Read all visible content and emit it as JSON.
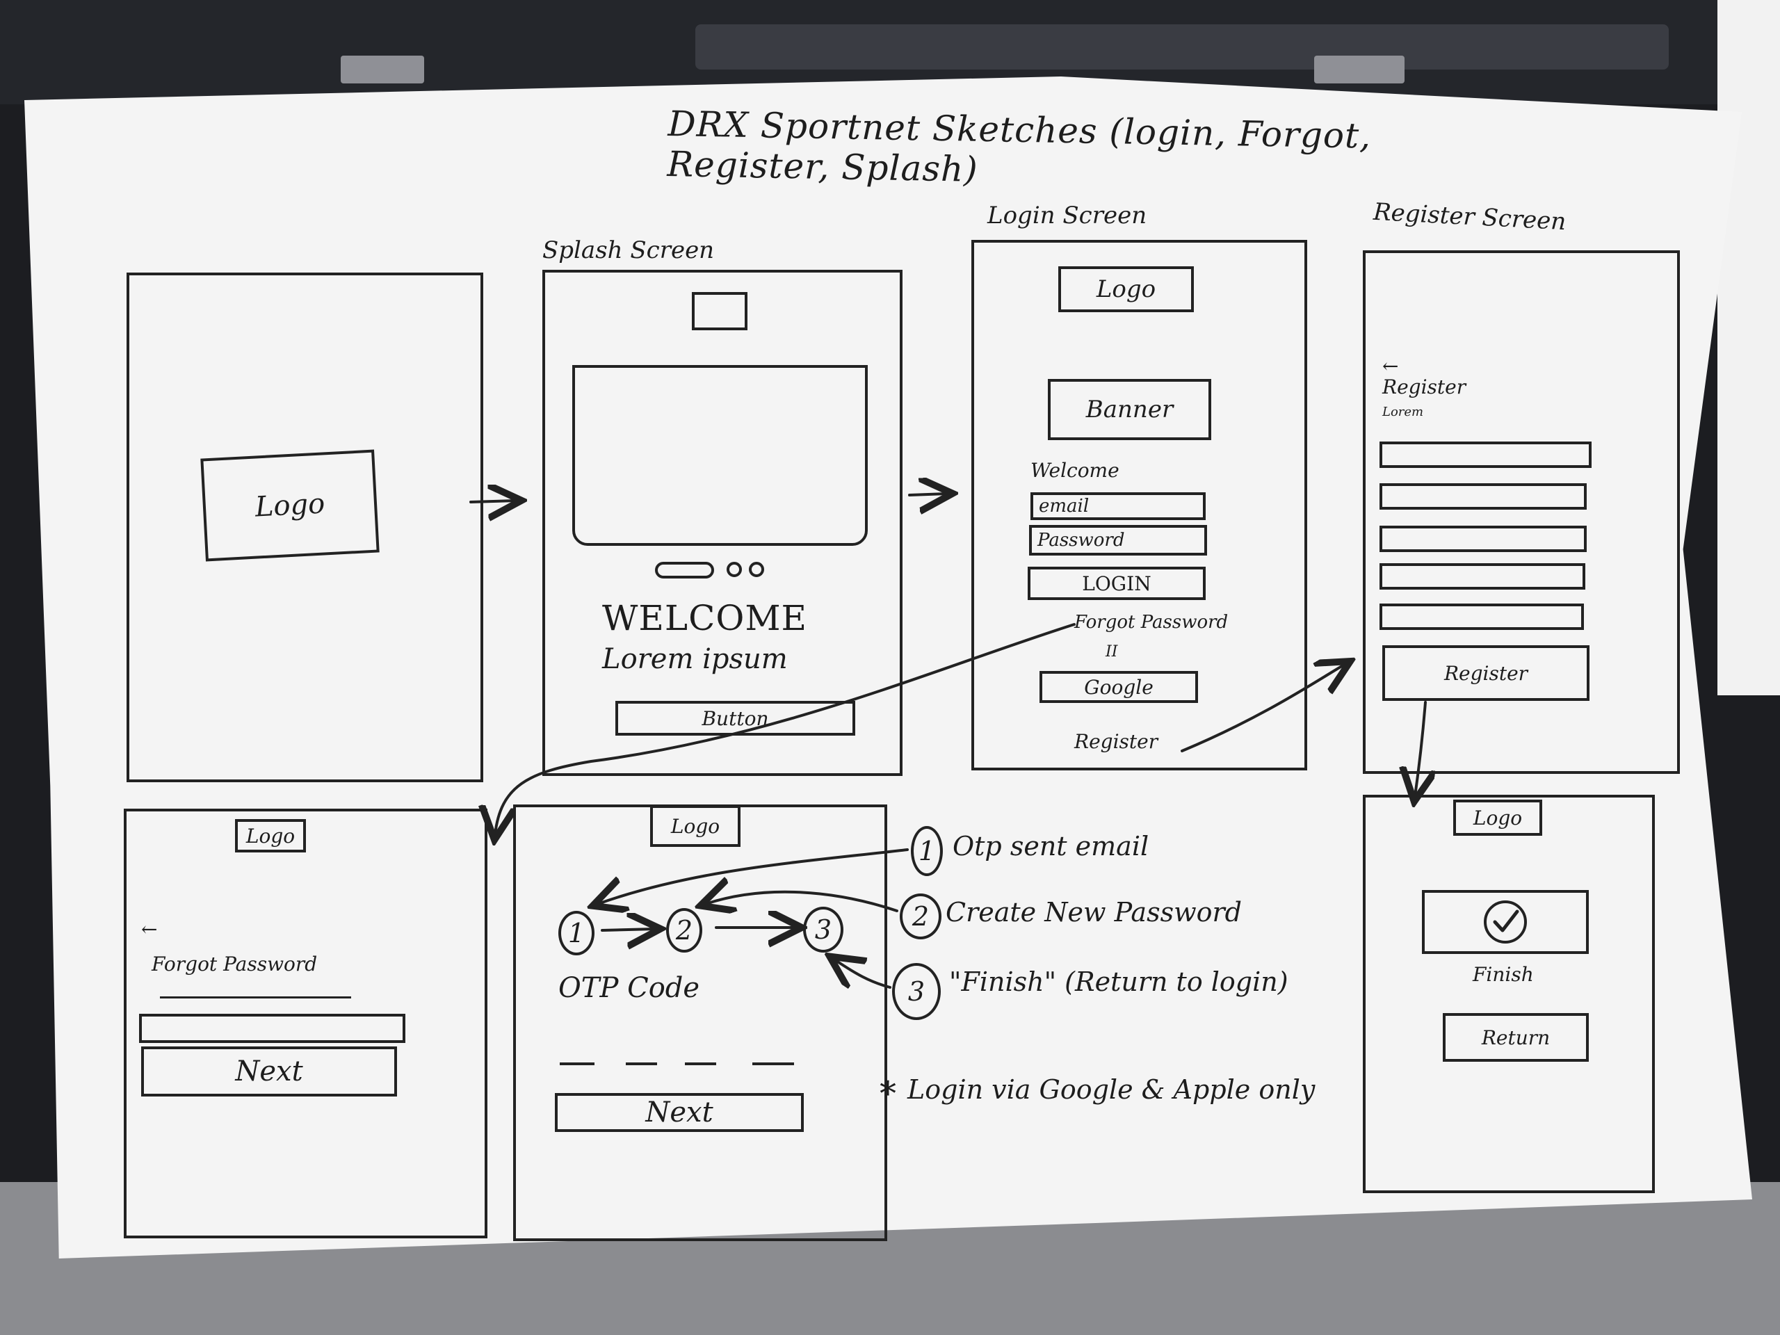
{
  "sheet": {
    "title": "DRX Sportnet Sketches (login, Forgot, Register, Splash)"
  },
  "screens": {
    "logo_screen": {
      "logo": "Logo"
    },
    "splash": {
      "heading": "Splash Screen",
      "welcome": "WELCOME",
      "lorem": "Lorem ipsum",
      "button": "Button"
    },
    "login": {
      "heading": "Login Screen",
      "logo": "Logo",
      "banner": "Banner",
      "welcome": "Welcome",
      "email": "email",
      "password": "Password",
      "login_button": "LOGIN",
      "forgot": "Forgot Password",
      "or": "II",
      "google": "Google",
      "register": "Register"
    },
    "register": {
      "heading": "Register Screen",
      "back": "←",
      "title": "Register",
      "lorem": "Lorem",
      "button": "Register"
    },
    "forgot": {
      "logo": "Logo",
      "back": "←",
      "title": "Forgot Password",
      "next": "Next"
    },
    "otp": {
      "logo": "Logo",
      "step1": "1",
      "step2": "2",
      "step3": "3",
      "label": "OTP Code",
      "next": "Next"
    },
    "finish": {
      "logo": "Logo",
      "label": "Finish",
      "return": "Return"
    }
  },
  "notes": {
    "n1_num": "1",
    "n1": "Otp sent email",
    "n2_num": "2",
    "n2": "Create New Password",
    "n3_num": "3",
    "n3": "\"Finish\" (Return to login)",
    "star": "*",
    "n4": "Login via Google & Apple only"
  },
  "icons": {
    "check": "check-icon",
    "image_placeholder": "image-placeholder-icon"
  }
}
